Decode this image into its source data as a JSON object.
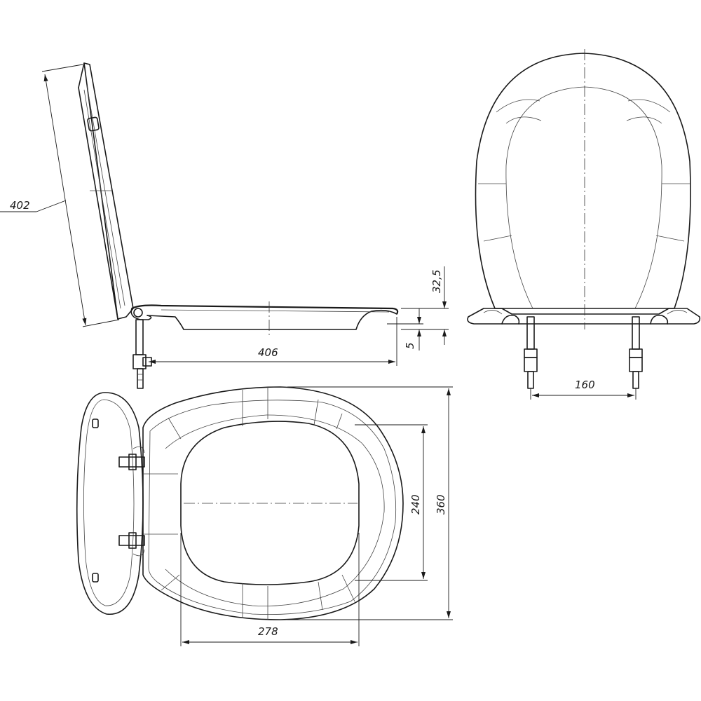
{
  "drawing": {
    "type": "technical-drawing",
    "colors": {
      "line": "#1a1a1a",
      "background": "#ffffff"
    },
    "dimensions": {
      "lid_length": "402",
      "seat_length_side": "406",
      "thickness_top": "32,5",
      "thickness_bottom": "5",
      "bolt_spacing": "160",
      "inner_length": "240",
      "outer_length": "360",
      "inner_width": "278"
    }
  }
}
